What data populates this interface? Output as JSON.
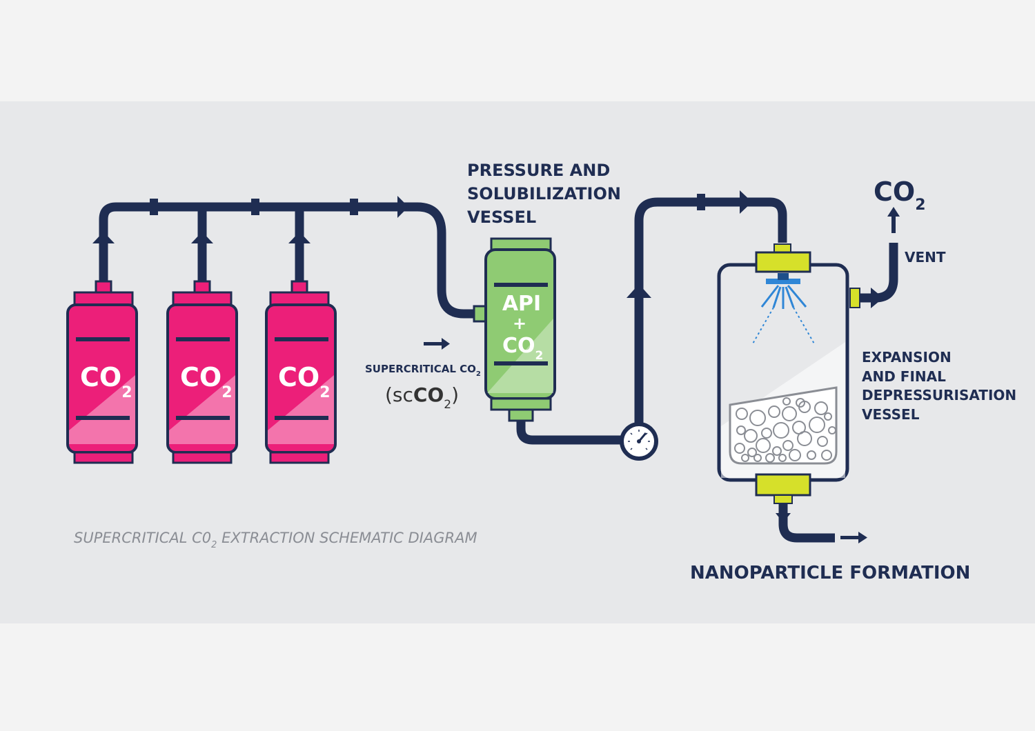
{
  "tanks": [
    {
      "main": "CO",
      "sub": "2"
    },
    {
      "main": "CO",
      "sub": "2"
    },
    {
      "main": "CO",
      "sub": "2"
    }
  ],
  "pressure_vessel": {
    "title_lines": [
      "PRESSURE AND",
      "SOLUBILIZATION",
      "VESSEL"
    ],
    "contents_line1": "API",
    "contents_line2": "+",
    "contents_line3_main": "CO",
    "contents_line3_sub": "2"
  },
  "supercritical": {
    "label_main": "SUPERCRITICAL CO",
    "label_sub": "2",
    "paren_open": "(sc",
    "paren_main": "CO",
    "paren_sub": "2",
    "paren_close": ")"
  },
  "vent": {
    "co2_main": "CO",
    "co2_sub": "2",
    "label": "VENT"
  },
  "expansion_vessel": {
    "title_lines": [
      "EXPANSION",
      "AND FINAL",
      "DEPRESSURISATION",
      "VESSEL"
    ]
  },
  "output_label": "NANOPARTICLE FORMATION",
  "caption": {
    "main": "SUPERCRITICAL C0",
    "sub": "2",
    "rest": " EXTRACTION SCHEMATIC DIAGRAM"
  },
  "colors": {
    "pipe": "#1f2d52",
    "tank": "#ec1f79",
    "vessel": "#8fcb73",
    "valve": "#d6e02a",
    "spray": "#2f86d6"
  }
}
